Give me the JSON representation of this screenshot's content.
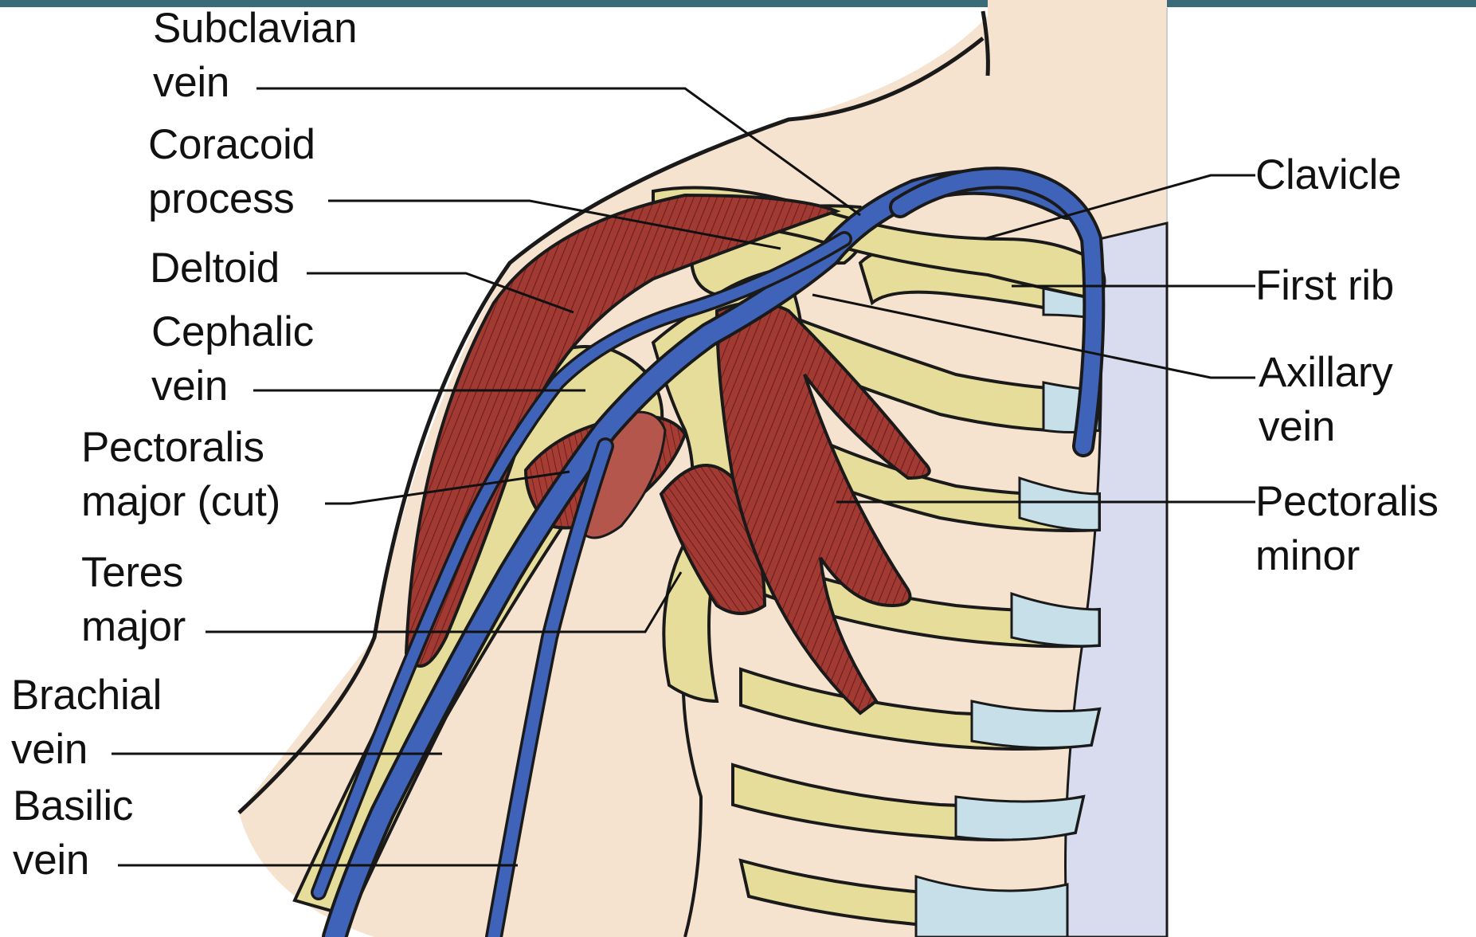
{
  "colors": {
    "top_bar": "#3a6b78",
    "skin": "#f6e3cf",
    "bone": "#e7dd9a",
    "bone_shade": "#c8b864",
    "cartilage": "#c6dfe8",
    "cartilage_lavender": "#d9dcef",
    "vein": "#3f63b8",
    "muscle": "#a03a33",
    "muscle_dark": "#6e1d1a",
    "outline": "#1a1a1a"
  },
  "labels_left": [
    {
      "id": "subclavian-vein",
      "lines": [
        "Subclavian",
        "vein"
      ]
    },
    {
      "id": "coracoid-process",
      "lines": [
        "Coracoid",
        "process"
      ]
    },
    {
      "id": "deltoid",
      "lines": [
        "Deltoid"
      ]
    },
    {
      "id": "cephalic-vein",
      "lines": [
        "Cephalic",
        "vein"
      ]
    },
    {
      "id": "pectoralis-major-cut",
      "lines": [
        "Pectoralis",
        "major (cut)"
      ]
    },
    {
      "id": "teres-major",
      "lines": [
        "Teres",
        "major"
      ]
    },
    {
      "id": "brachial-vein",
      "lines": [
        "Brachial",
        "vein"
      ]
    },
    {
      "id": "basilic-vein",
      "lines": [
        "Basilic",
        "vein"
      ]
    }
  ],
  "labels_right": [
    {
      "id": "clavicle",
      "lines": [
        "Clavicle"
      ]
    },
    {
      "id": "first-rib",
      "lines": [
        "First rib"
      ]
    },
    {
      "id": "axillary-vein",
      "lines": [
        "Axillary",
        "vein"
      ]
    },
    {
      "id": "pectoralis-minor",
      "lines": [
        "Pectoralis",
        "minor"
      ]
    }
  ]
}
